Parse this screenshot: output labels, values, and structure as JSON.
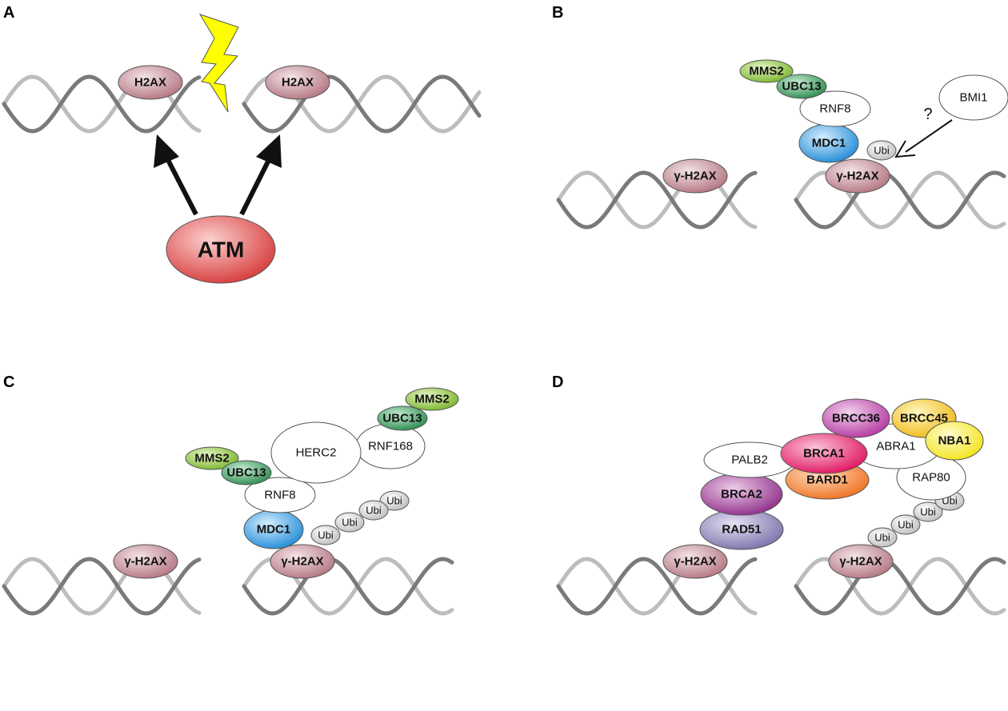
{
  "panels": [
    {
      "letter": "A",
      "proteins": [
        {
          "id": "h2ax-left",
          "label": "H2AX",
          "color": "#c98a95"
        },
        {
          "id": "h2ax-right",
          "label": "H2AX",
          "color": "#c98a95"
        },
        {
          "id": "atm",
          "label": "ATM",
          "color": "#e8504f"
        }
      ]
    },
    {
      "letter": "B",
      "proteins": [
        {
          "id": "mms2",
          "label": "MMS2",
          "color": "#8ec641"
        },
        {
          "id": "ubc13",
          "label": "UBC13",
          "color": "#3a9a5e"
        },
        {
          "id": "rnf8",
          "label": "RNF8",
          "color": "#ffffff"
        },
        {
          "id": "bmi1",
          "label": "BMI1",
          "color": "#ffffff"
        },
        {
          "id": "mdc1",
          "label": "MDC1",
          "color": "#2e9ce0"
        },
        {
          "id": "ubi",
          "label": "Ubi",
          "color": "#d8d8d8"
        },
        {
          "id": "gh2ax-right",
          "label": "γ-H2AX",
          "color": "#c98a95"
        },
        {
          "id": "gh2ax-left",
          "label": "γ-H2AX",
          "color": "#c98a95"
        }
      ],
      "question_mark": "?"
    },
    {
      "letter": "C",
      "proteins": [
        {
          "id": "mms2-top",
          "label": "MMS2",
          "color": "#8ec641"
        },
        {
          "id": "ubc13-top",
          "label": "UBC13",
          "color": "#3a9a5e"
        },
        {
          "id": "herc2",
          "label": "HERC2",
          "color": "#ffffff"
        },
        {
          "id": "rnf168",
          "label": "RNF168",
          "color": "#ffffff"
        },
        {
          "id": "mms2",
          "label": "MMS2",
          "color": "#8ec641"
        },
        {
          "id": "ubc13",
          "label": "UBC13",
          "color": "#3a9a5e"
        },
        {
          "id": "rnf8",
          "label": "RNF8",
          "color": "#ffffff"
        },
        {
          "id": "mdc1",
          "label": "MDC1",
          "color": "#2e9ce0"
        },
        {
          "id": "ubi-1",
          "label": "Ubi",
          "color": "#d8d8d8"
        },
        {
          "id": "ubi-2",
          "label": "Ubi",
          "color": "#d8d8d8"
        },
        {
          "id": "ubi-3",
          "label": "Ubi",
          "color": "#d8d8d8"
        },
        {
          "id": "ubi-4",
          "label": "Ubi",
          "color": "#d8d8d8"
        },
        {
          "id": "gh2ax-right",
          "label": "γ-H2AX",
          "color": "#c98a95"
        },
        {
          "id": "gh2ax-left",
          "label": "γ-H2AX",
          "color": "#c98a95"
        }
      ]
    },
    {
      "letter": "D",
      "proteins": [
        {
          "id": "brcc36",
          "label": "BRCC36",
          "color": "#c34ab8"
        },
        {
          "id": "brcc45",
          "label": "BRCC45",
          "color": "#f2c81e"
        },
        {
          "id": "abra1",
          "label": "ABRA1",
          "color": "#ffffff"
        },
        {
          "id": "nba1",
          "label": "NBA1",
          "color": "#f7ec2a"
        },
        {
          "id": "palb2",
          "label": "PALB2",
          "color": "#ffffff"
        },
        {
          "id": "brca1",
          "label": "BRCA1",
          "color": "#e7196b"
        },
        {
          "id": "bard1",
          "label": "BARD1",
          "color": "#f57f2a"
        },
        {
          "id": "rap80",
          "label": "RAP80",
          "color": "#ffffff"
        },
        {
          "id": "brca2",
          "label": "BRCA2",
          "color": "#9e3a98"
        },
        {
          "id": "rad51",
          "label": "RAD51",
          "color": "#8c82b8"
        },
        {
          "id": "ubi-1",
          "label": "Ubi",
          "color": "#d8d8d8"
        },
        {
          "id": "ubi-2",
          "label": "Ubi",
          "color": "#d8d8d8"
        },
        {
          "id": "ubi-3",
          "label": "Ubi",
          "color": "#d8d8d8"
        },
        {
          "id": "ubi-4",
          "label": "Ubi",
          "color": "#d8d8d8"
        },
        {
          "id": "gh2ax-left",
          "label": "γ-H2AX",
          "color": "#c98a95"
        },
        {
          "id": "gh2ax-right",
          "label": "γ-H2AX",
          "color": "#c98a95"
        }
      ]
    }
  ],
  "colors": {
    "dna_dark": "#7a7a7a",
    "dna_light": "#bdbdbd",
    "lightning": "#ffff00",
    "arrow": "#111111"
  }
}
